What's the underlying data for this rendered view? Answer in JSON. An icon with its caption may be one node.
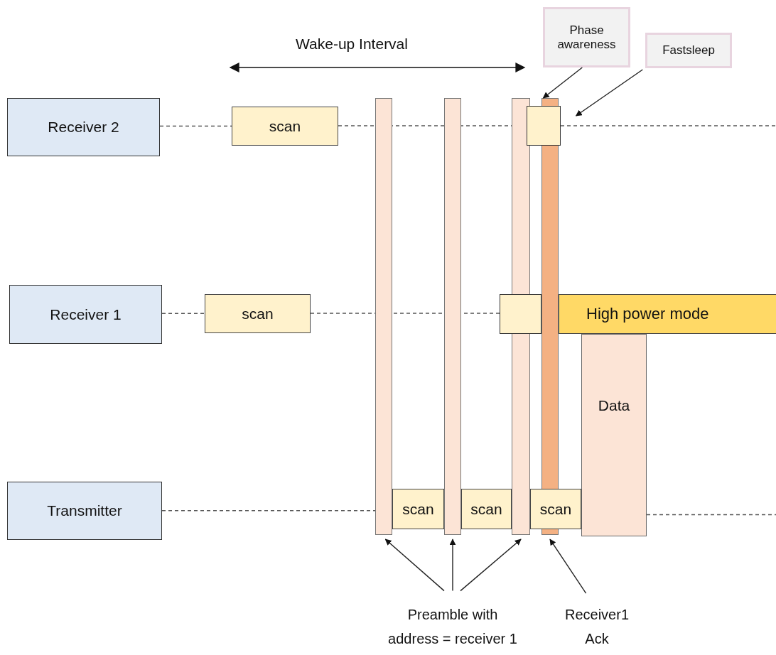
{
  "diagram": {
    "nodes": [
      {
        "text": [
          "Receiver 2"
        ]
      },
      {
        "text": [
          "Receiver 1"
        ]
      },
      {
        "text": [
          "Transmitter"
        ]
      },
      {
        "text": [
          "scan"
        ]
      },
      {
        "text": [
          "scan"
        ]
      },
      {
        "text": [],
        "shape": "bar"
      },
      {
        "text": [],
        "shape": "bar"
      },
      {
        "text": [],
        "shape": "bar"
      },
      {
        "text": [],
        "shape": "bar"
      },
      {
        "text": [],
        "shape": "box"
      },
      {
        "text": [],
        "shape": "box"
      },
      {
        "text": [
          "High power mode"
        ]
      },
      {
        "text": [
          "Data"
        ]
      },
      {
        "text": [
          "scan"
        ]
      },
      {
        "text": [
          "scan"
        ]
      },
      {
        "text": [
          "scan"
        ]
      },
      {
        "text": [
          "Phase awareness"
        ]
      },
      {
        "text": [
          "Fastsleep"
        ]
      },
      {
        "text": [
          "Preamble with address = receiver 1"
        ]
      },
      {
        "text": [
          "Receiver1 Ack"
        ]
      }
    ],
    "edges": [
      {
        "from": 0,
        "to": 3,
        "arrow": "none",
        "style": "dashed"
      },
      {
        "from": 9,
        "to": null,
        "arrow": "none",
        "style": "dashed"
      },
      {
        "from": 1,
        "to": 4,
        "arrow": "none",
        "style": "dashed"
      },
      {
        "from": 2,
        "to": 5,
        "arrow": "none",
        "style": "dashed"
      },
      {
        "from": 12,
        "to": null,
        "arrow": "none",
        "style": "dashed"
      },
      {
        "from": 16,
        "to": 8,
        "arrow": "to"
      },
      {
        "from": 17,
        "to": 9,
        "arrow": "to"
      },
      {
        "from": 18,
        "to": 5,
        "arrow": "to"
      },
      {
        "from": 18,
        "to": 6,
        "arrow": "to"
      },
      {
        "from": 18,
        "to": 7,
        "arrow": "to"
      },
      {
        "from": 19,
        "to": 8,
        "arrow": "to"
      }
    ],
    "labels": [
      "Wake-up Interval"
    ]
  }
}
